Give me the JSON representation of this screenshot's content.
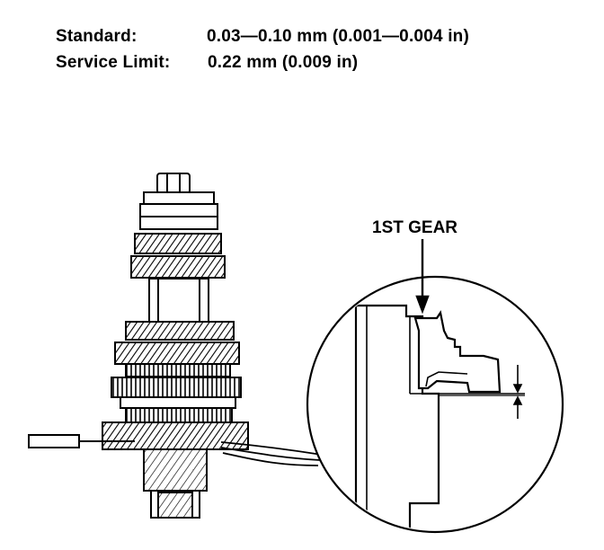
{
  "spec": {
    "standard_label": "Standard:",
    "standard_value": "0.03—0.10 mm (0.001—0.004 in)",
    "limit_label": "Service Limit:",
    "limit_value": "0.22 mm (0.009 in)"
  },
  "callout": {
    "label": "1ST GEAR"
  },
  "colors": {
    "ink": "#000000",
    "paper": "#ffffff"
  }
}
